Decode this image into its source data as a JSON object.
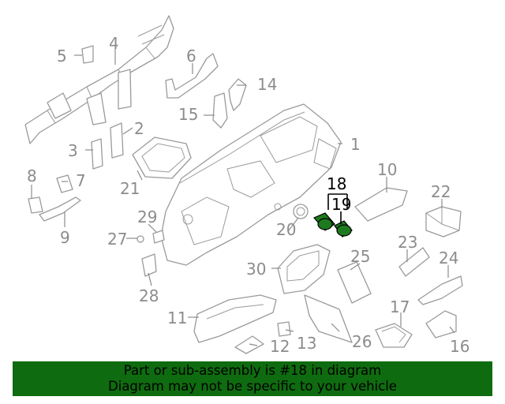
{
  "diagram": {
    "callouts": [
      "1",
      "2",
      "3",
      "4",
      "5",
      "6",
      "7",
      "8",
      "9",
      "10",
      "11",
      "12",
      "13",
      "14",
      "15",
      "16",
      "17",
      "18",
      "19",
      "20",
      "21",
      "22",
      "23",
      "24",
      "25",
      "26",
      "27",
      "28",
      "29",
      "30"
    ],
    "highlighted": [
      "18",
      "19"
    ],
    "colors": {
      "highlight_fill": "#1e7a1e",
      "line": "#9a9a9a",
      "banner": "#0f6b0f"
    }
  },
  "banner": {
    "line1": "Part or sub-assembly is #18 in diagram",
    "line2": "Diagram may not be specific to your vehicle"
  }
}
